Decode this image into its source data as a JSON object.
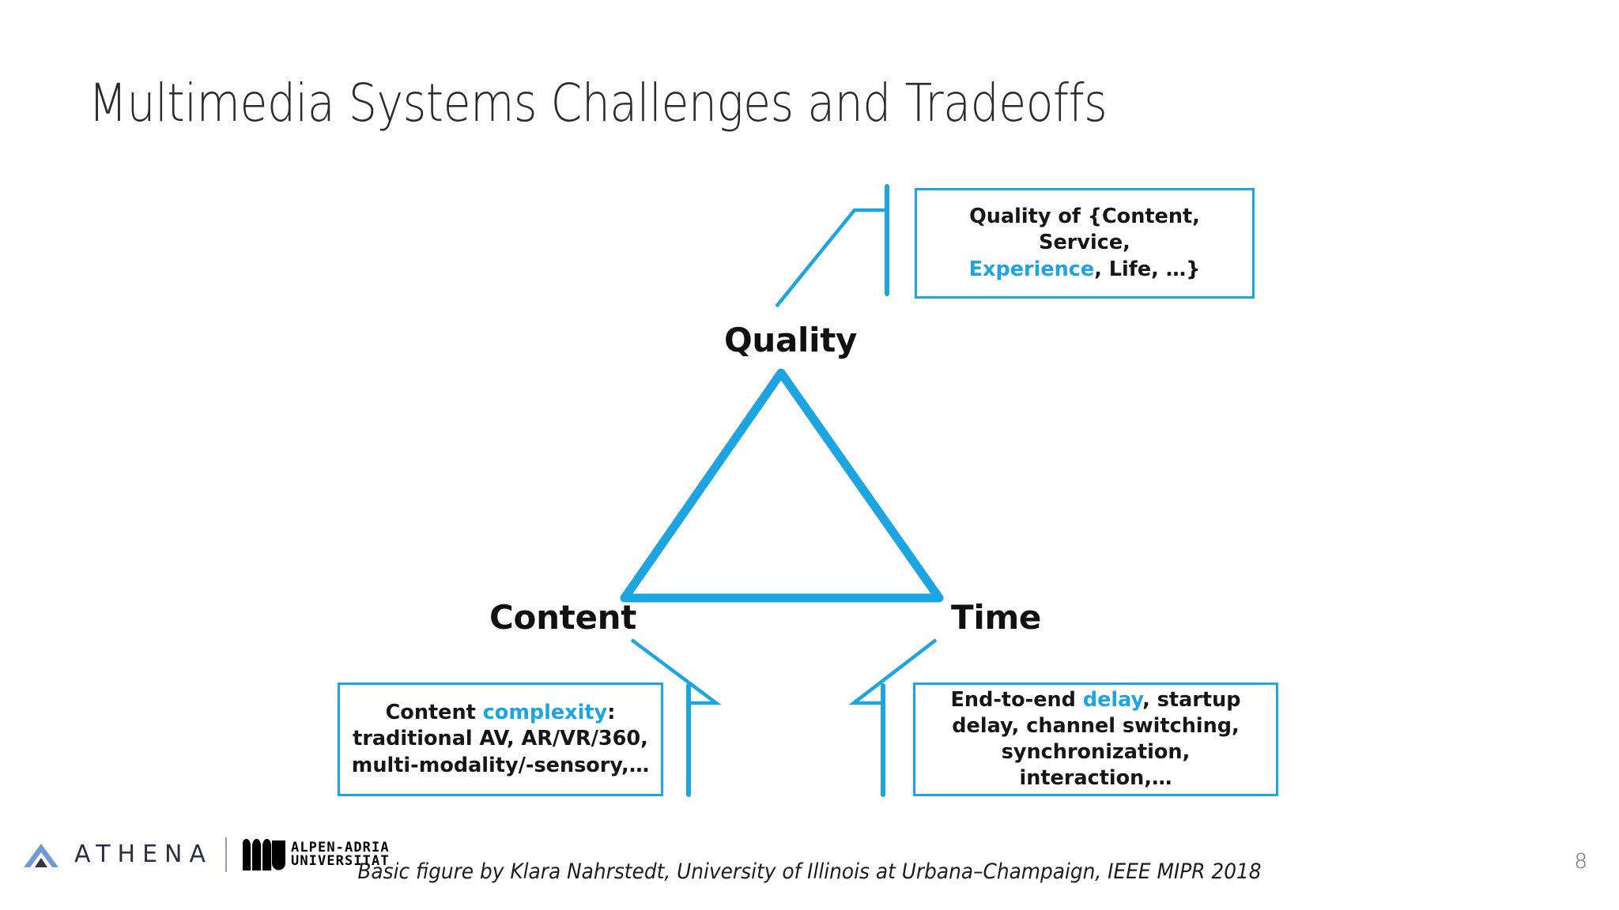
{
  "slide": {
    "title": "Multimedia Systems Challenges and Tradeoffs",
    "page_number": "8",
    "credit": "Basic figure by Klara Nahrstedt, University of Illinois at Urbana–Champaign, IEEE MIPR 2018",
    "background_color": "#FFFFFF"
  },
  "theme": {
    "accent_blue": "#1CA5E0",
    "text_dark": "#111111",
    "title_gray": "#2B2B2B",
    "page_number_gray": "#6B6B75"
  },
  "diagram": {
    "type": "triangle-tradeoff",
    "vertices": [
      {
        "id": "quality",
        "label": "Quality",
        "position": "apex"
      },
      {
        "id": "content",
        "label": "Content",
        "position": "bottom-left"
      },
      {
        "id": "time",
        "label": "Time",
        "position": "bottom-right"
      }
    ],
    "callouts": [
      {
        "id": "quality-callout",
        "attached_to": "quality",
        "lines": [
          {
            "segments": [
              {
                "text": "Quality of {Content, Service,",
                "highlight": false
              }
            ]
          },
          {
            "segments": [
              {
                "text": "Experience",
                "highlight": true
              },
              {
                "text": ", Life, …}",
                "highlight": false
              }
            ]
          }
        ]
      },
      {
        "id": "content-callout",
        "attached_to": "content",
        "lines": [
          {
            "segments": [
              {
                "text": "Content ",
                "highlight": false
              },
              {
                "text": "complexity",
                "highlight": true
              },
              {
                "text": ":",
                "highlight": false
              }
            ]
          },
          {
            "segments": [
              {
                "text": "traditional AV, AR/VR/360,",
                "highlight": false
              }
            ]
          },
          {
            "segments": [
              {
                "text": "multi-modality/-sensory,…",
                "highlight": false
              }
            ]
          }
        ]
      },
      {
        "id": "time-callout",
        "attached_to": "time",
        "lines": [
          {
            "segments": [
              {
                "text": "End-to-end ",
                "highlight": false
              },
              {
                "text": "delay",
                "highlight": true
              },
              {
                "text": ", startup",
                "highlight": false
              }
            ]
          },
          {
            "segments": [
              {
                "text": "delay, channel switching,",
                "highlight": false
              }
            ]
          },
          {
            "segments": [
              {
                "text": "synchronization, interaction,…",
                "highlight": false
              }
            ]
          }
        ]
      }
    ]
  },
  "branding": {
    "athena_wordmark": "ATHENA",
    "aau_line1": "ALPEN-ADRIA",
    "aau_line2": "UNIVERSITAT"
  }
}
